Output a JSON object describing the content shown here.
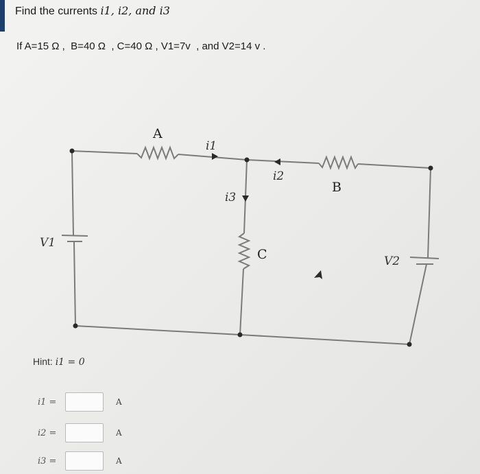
{
  "question": {
    "title_prefix": "Find the currents ",
    "title_vars": "i1,  i2,  and i3",
    "given_text": "If A=15 Ω ,  B=40 Ω  , C=40 Ω , V1=7v  , and V2=14 v ."
  },
  "circuit": {
    "resistor_a": "A",
    "resistor_b": "B",
    "resistor_c": "C",
    "source_v1": "V1",
    "source_v2": "V2",
    "current_i1": "i1",
    "current_i2": "i2",
    "current_i3": "i3"
  },
  "hint": {
    "label": "Hint: ",
    "expression": "i1 = 0"
  },
  "answers": [
    {
      "label": "i1 =",
      "value": "",
      "unit": "A"
    },
    {
      "label": "i2 =",
      "value": "",
      "unit": "A"
    },
    {
      "label": "i3 =",
      "value": "",
      "unit": "A"
    }
  ],
  "colors": {
    "wire": "#7b7b7b",
    "text": "#1a1a1a",
    "accent_bar": "#1c3f6e"
  }
}
